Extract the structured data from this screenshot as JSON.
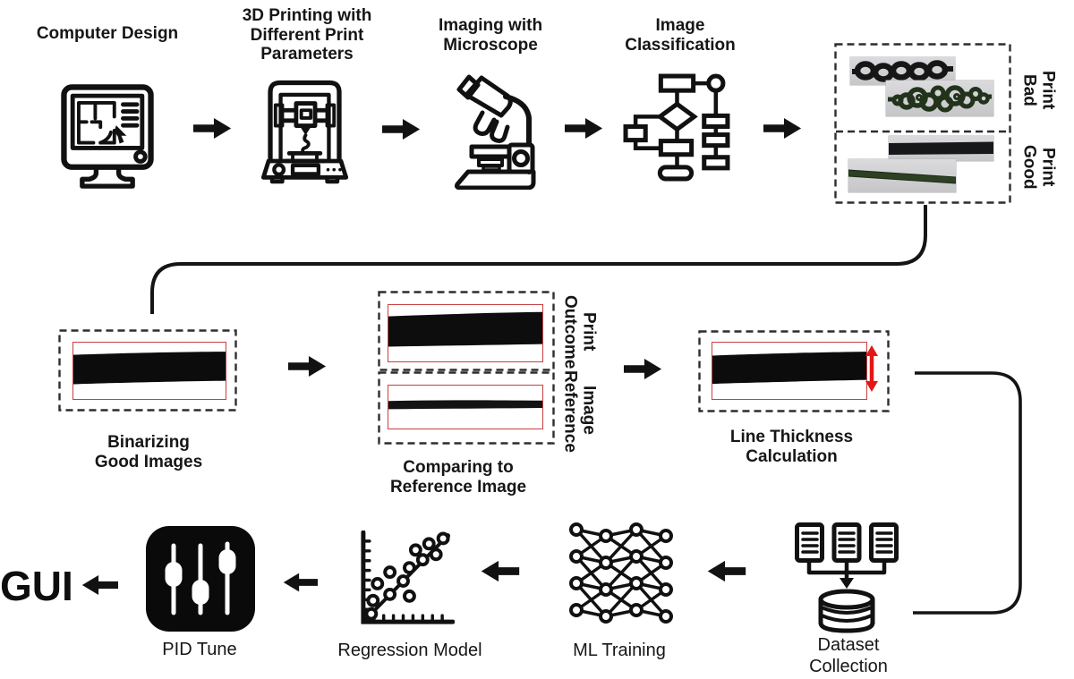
{
  "colors": {
    "ink": "#111111",
    "box_red": "#c84040",
    "arrow_red": "#e21717",
    "dash": "#2d2d2d"
  },
  "row1": {
    "steps": [
      {
        "label": "Computer Design",
        "icon": "computer-monitor-icon"
      },
      {
        "label": "3D Printing with\nDifferent Print\nParameters",
        "icon": "3d-printer-icon"
      },
      {
        "label": "Imaging with\nMicroscope",
        "icon": "microscope-icon"
      },
      {
        "label": "Image\nClassification",
        "icon": "flowchart-icon"
      }
    ],
    "classification_panel": {
      "bad_label": "Bad\nPrint",
      "good_label": "Good\nPrint"
    }
  },
  "row2": {
    "binarizing": {
      "caption": "Binarizing\nGood Images"
    },
    "comparing": {
      "caption": "Comparing to\nReference Image",
      "top_label": "Print\nOutcome",
      "bottom_label": "Reference\nImage"
    },
    "thickness": {
      "caption": "Line Thickness\nCalculation"
    }
  },
  "row3": {
    "dataset_label": "Dataset\nCollection",
    "ml_label": "ML Training",
    "regression_label": "Regression Model",
    "pid_label": "PID Tune",
    "gui_label": "GUI"
  }
}
